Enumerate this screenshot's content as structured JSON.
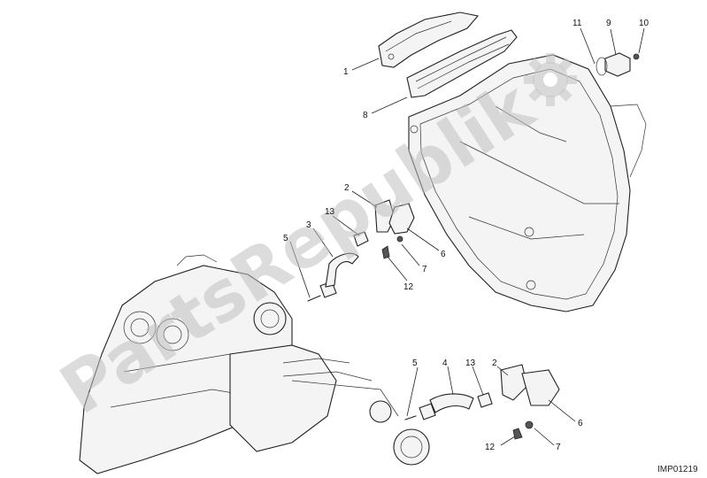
{
  "reference_code": "IMP01219",
  "watermark_text": "PartsRepublik",
  "watermark_icon": "gear-icon",
  "callouts_upper": [
    {
      "id": "c1",
      "label": "1"
    },
    {
      "id": "c8",
      "label": "8"
    },
    {
      "id": "c11",
      "label": "11"
    },
    {
      "id": "c9",
      "label": "9"
    },
    {
      "id": "c10",
      "label": "10"
    },
    {
      "id": "c2a",
      "label": "2"
    },
    {
      "id": "c13a",
      "label": "13"
    },
    {
      "id": "c3",
      "label": "3"
    },
    {
      "id": "c5a",
      "label": "5"
    },
    {
      "id": "c6a",
      "label": "6"
    },
    {
      "id": "c7a",
      "label": "7"
    },
    {
      "id": "c12a",
      "label": "12"
    }
  ],
  "callouts_lower": [
    {
      "id": "c5b",
      "label": "5"
    },
    {
      "id": "c4",
      "label": "4"
    },
    {
      "id": "c13b",
      "label": "13"
    },
    {
      "id": "c2b",
      "label": "2"
    },
    {
      "id": "c6b",
      "label": "6"
    },
    {
      "id": "c12b",
      "label": "12"
    },
    {
      "id": "c7b",
      "label": "7"
    }
  ]
}
